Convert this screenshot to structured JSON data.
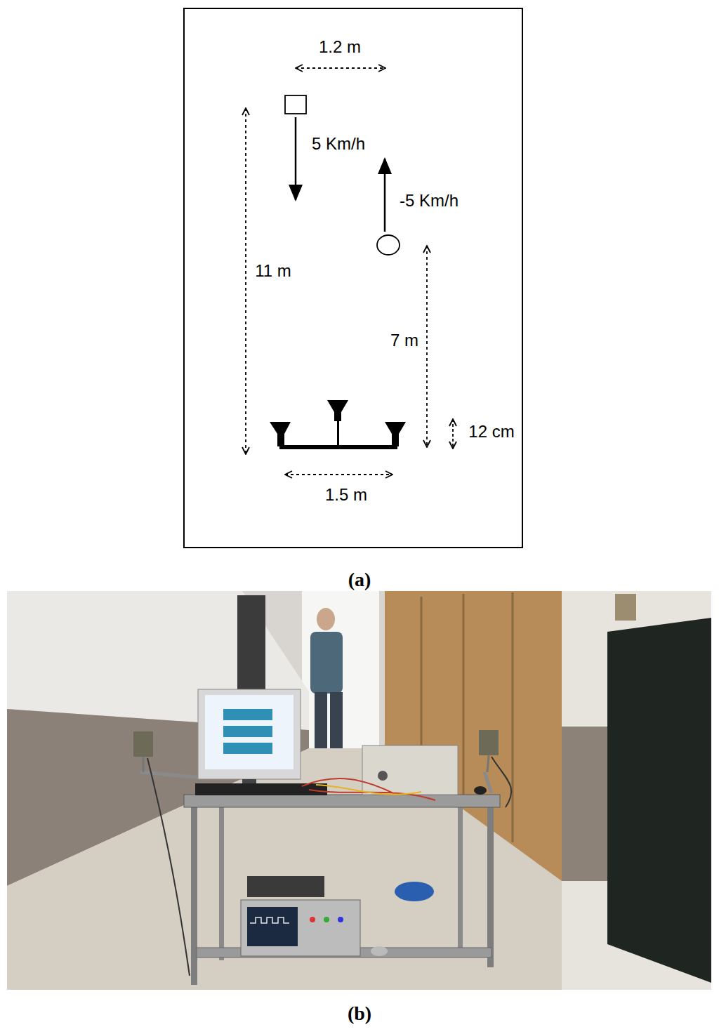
{
  "diagram": {
    "labels": [
      "1.2 m",
      "5 Km/h",
      "-5 Km/h",
      "11 m",
      "7 m",
      "12 cm",
      "1.5 m",
      "(a)",
      "(b)"
    ]
  }
}
